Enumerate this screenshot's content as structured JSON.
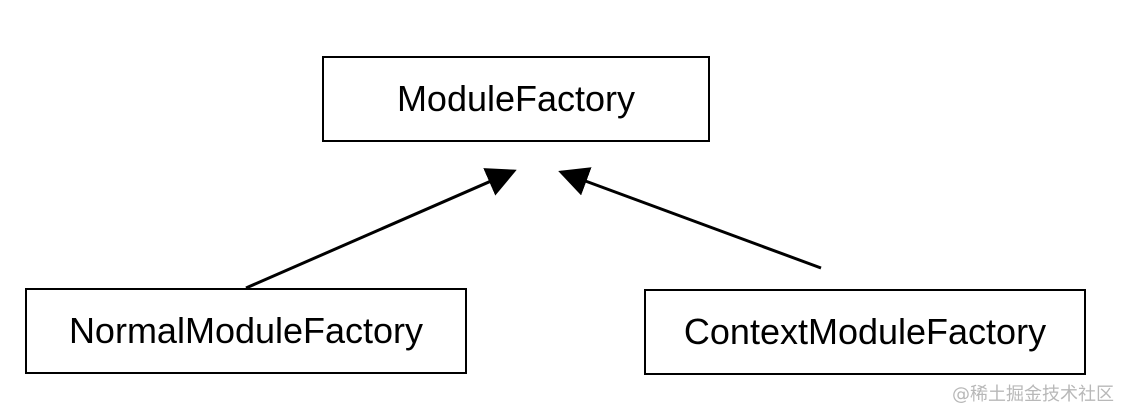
{
  "nodes": {
    "parent": {
      "label": "ModuleFactory"
    },
    "child_left": {
      "label": "NormalModuleFactory"
    },
    "child_right": {
      "label": "ContextModuleFactory"
    }
  },
  "edges": [
    {
      "from": "NormalModuleFactory",
      "to": "ModuleFactory",
      "style": "arrow"
    },
    {
      "from": "ContextModuleFactory",
      "to": "ModuleFactory",
      "style": "arrow"
    }
  ],
  "colors": {
    "stroke": "#000000",
    "background": "#ffffff",
    "watermark": "#b8b8b8"
  },
  "watermark": {
    "text": "@稀土掘金技术社区"
  }
}
